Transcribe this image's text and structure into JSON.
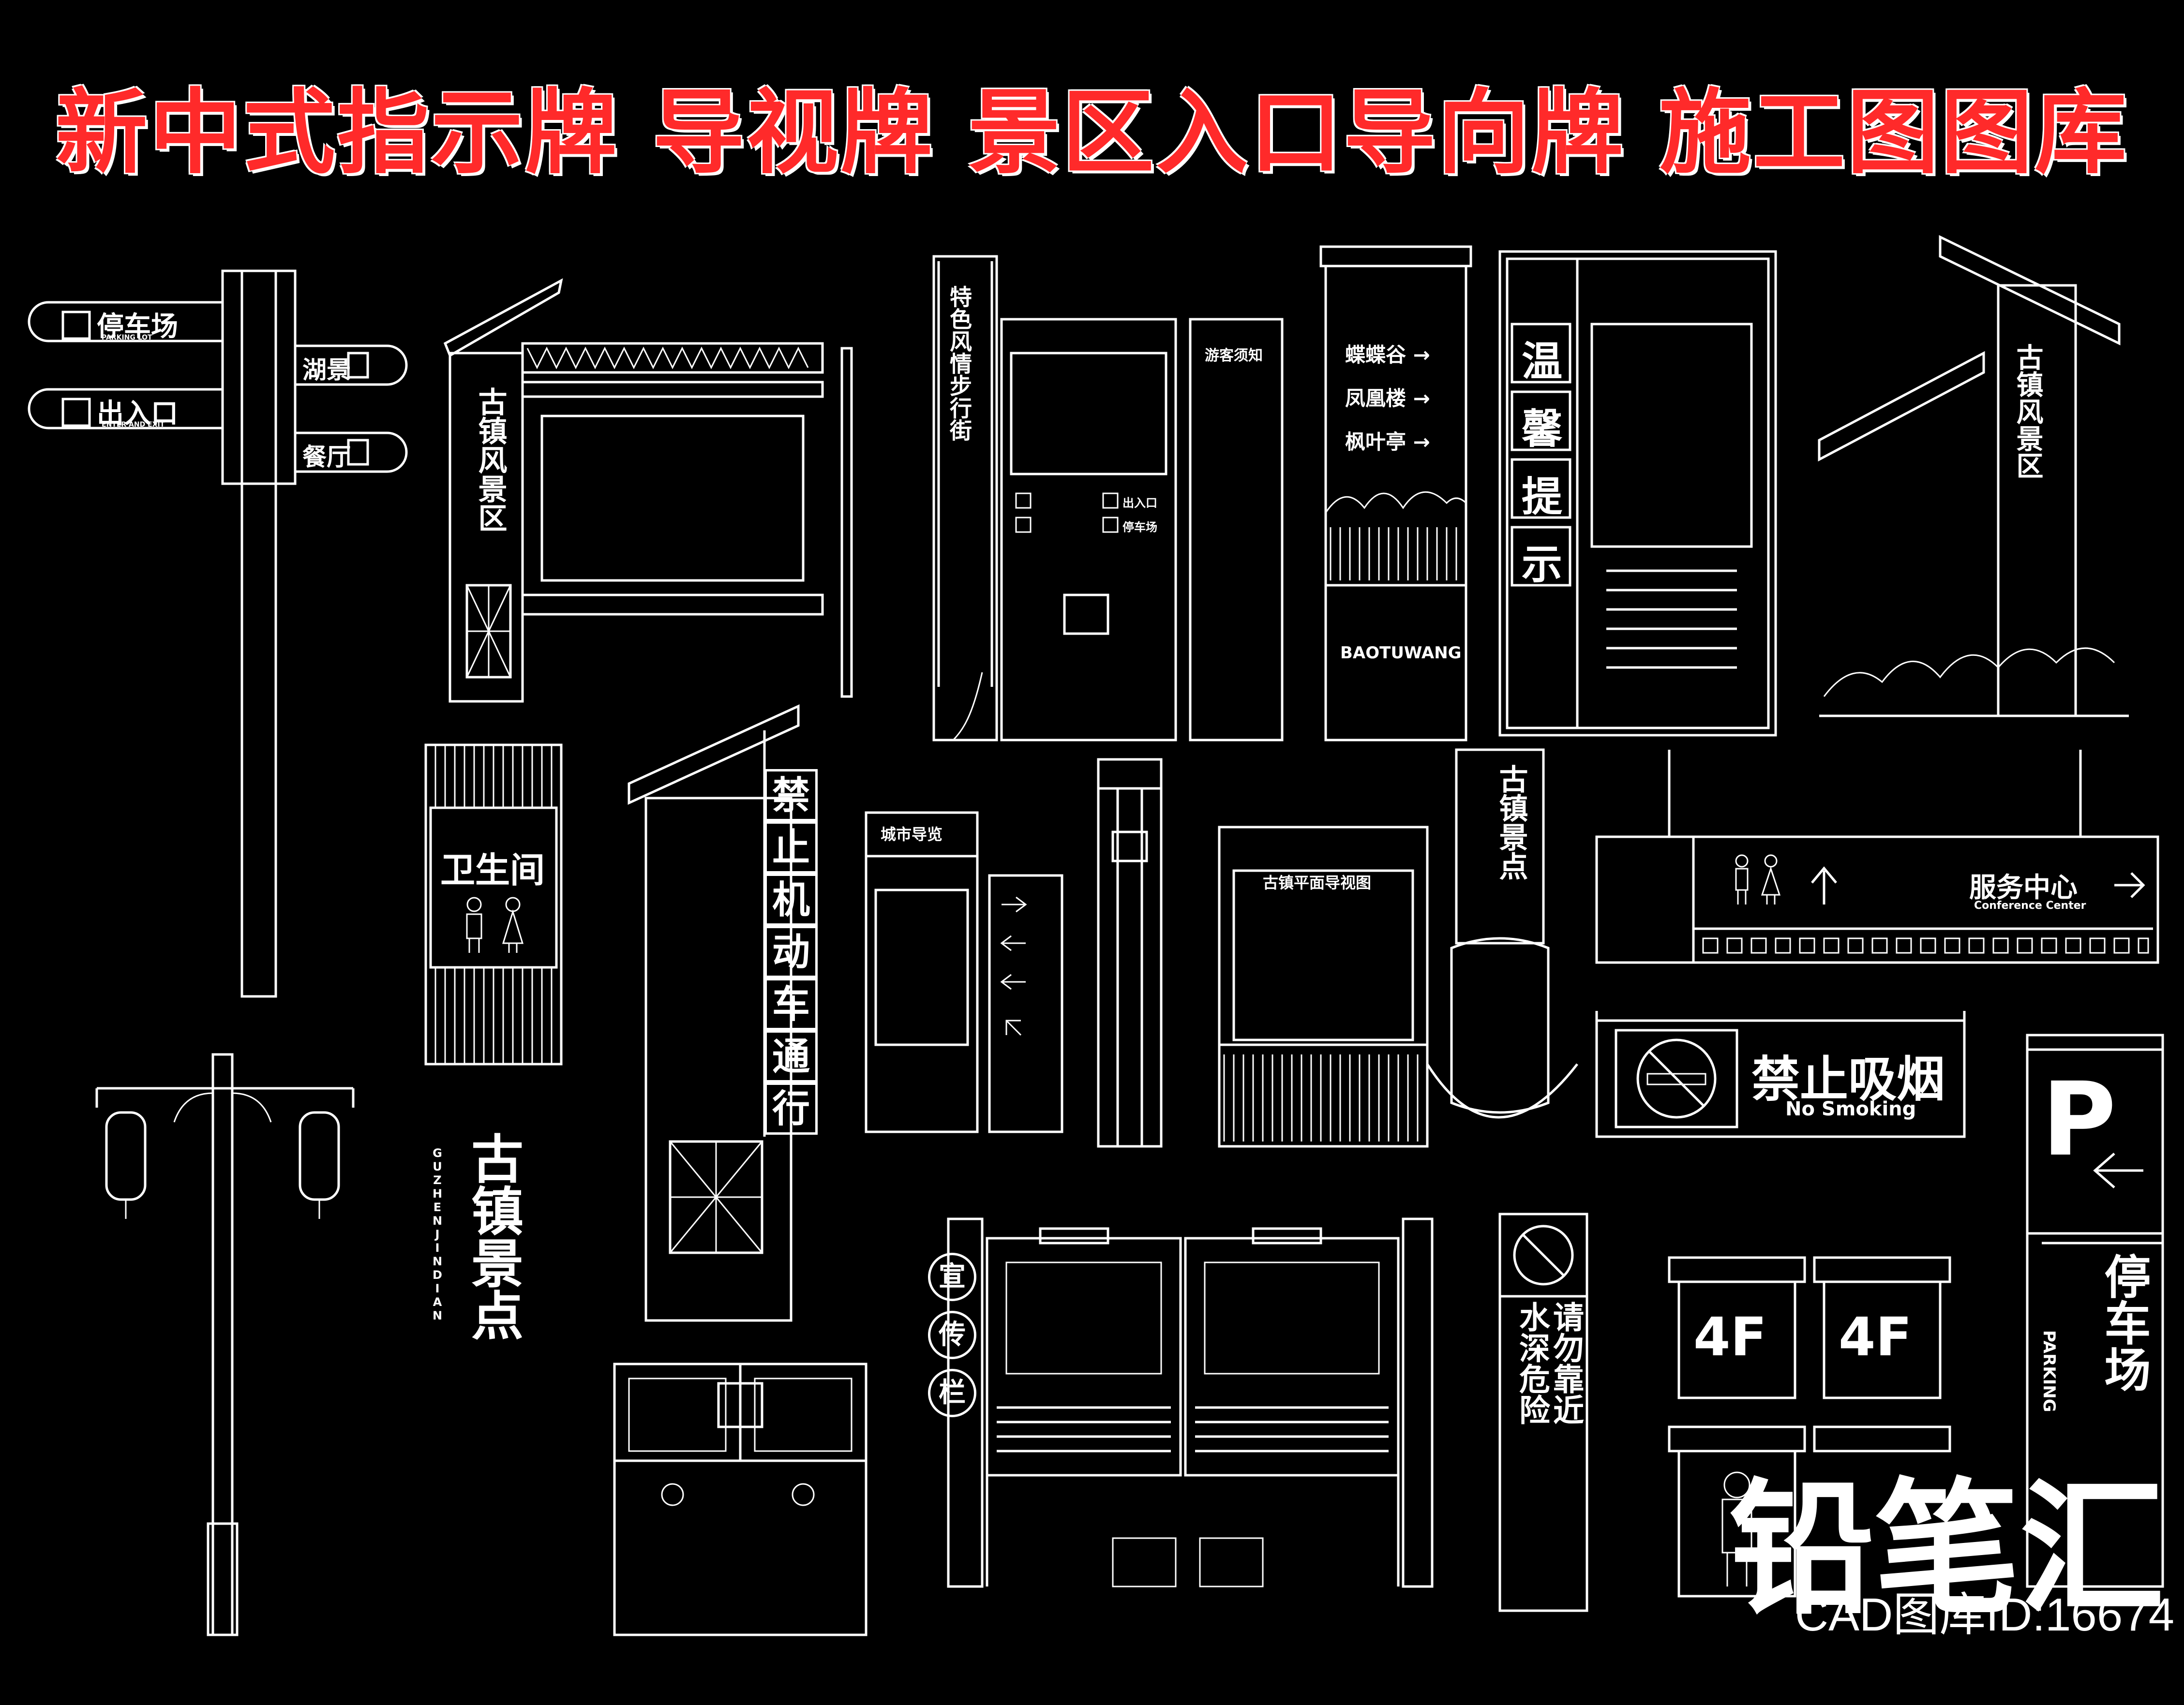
{
  "title": "新中式指示牌 导视牌  景区入口导向牌 施工图图库",
  "signpost": {
    "arm1": "停车场",
    "arm1_en": "PARKING LOT",
    "arm2": "出入口",
    "arm2_en": "ENTER AND EXIT",
    "arm3": "湖景",
    "arm4": "餐厅"
  },
  "scenic_board": {
    "vertical": "古镇风景区"
  },
  "street_sign": {
    "vertical": "特色风情步行街"
  },
  "notice_board": {
    "header": "游客须知",
    "opt1": "出入口",
    "opt2": "停车场"
  },
  "direction_post": {
    "items": [
      "蝶蝶谷 →",
      "凤凰楼 →",
      "枫叶亭 →"
    ],
    "brand": "BAOTUWANG"
  },
  "warm_tip": {
    "chars": [
      "温",
      "馨",
      "提",
      "示"
    ]
  },
  "scenic_board2": {
    "vertical": "古镇风景区"
  },
  "toilet": {
    "label": "卫生间"
  },
  "no_vehicle": {
    "chars": [
      "禁",
      "止",
      "机",
      "动",
      "车",
      "通",
      "行"
    ]
  },
  "city_guide": {
    "header": "城市导览"
  },
  "map_board": {
    "header": "古镇平面导视图"
  },
  "town_sign": {
    "vertical": "古镇景点"
  },
  "service_sign": {
    "label": "服务中心",
    "en": "Conference Center"
  },
  "no_smoking": {
    "label": "禁止吸烟",
    "en": "No Smoking"
  },
  "town_logo": {
    "cn": "古镇景点",
    "en": "GUZHENJINDIAN"
  },
  "bulletin": {
    "circles": [
      "宣",
      "传",
      "栏"
    ]
  },
  "water_warning": {
    "col1": "水深危险",
    "col2": "请勿靠近"
  },
  "floor": {
    "f1": "4F",
    "f2": "4F"
  },
  "parking": {
    "p": "P",
    "cn": "停车场",
    "en": "PARKING"
  },
  "watermark": {
    "brand": "铅笔汇",
    "id": "CAD图库ID:16674"
  }
}
